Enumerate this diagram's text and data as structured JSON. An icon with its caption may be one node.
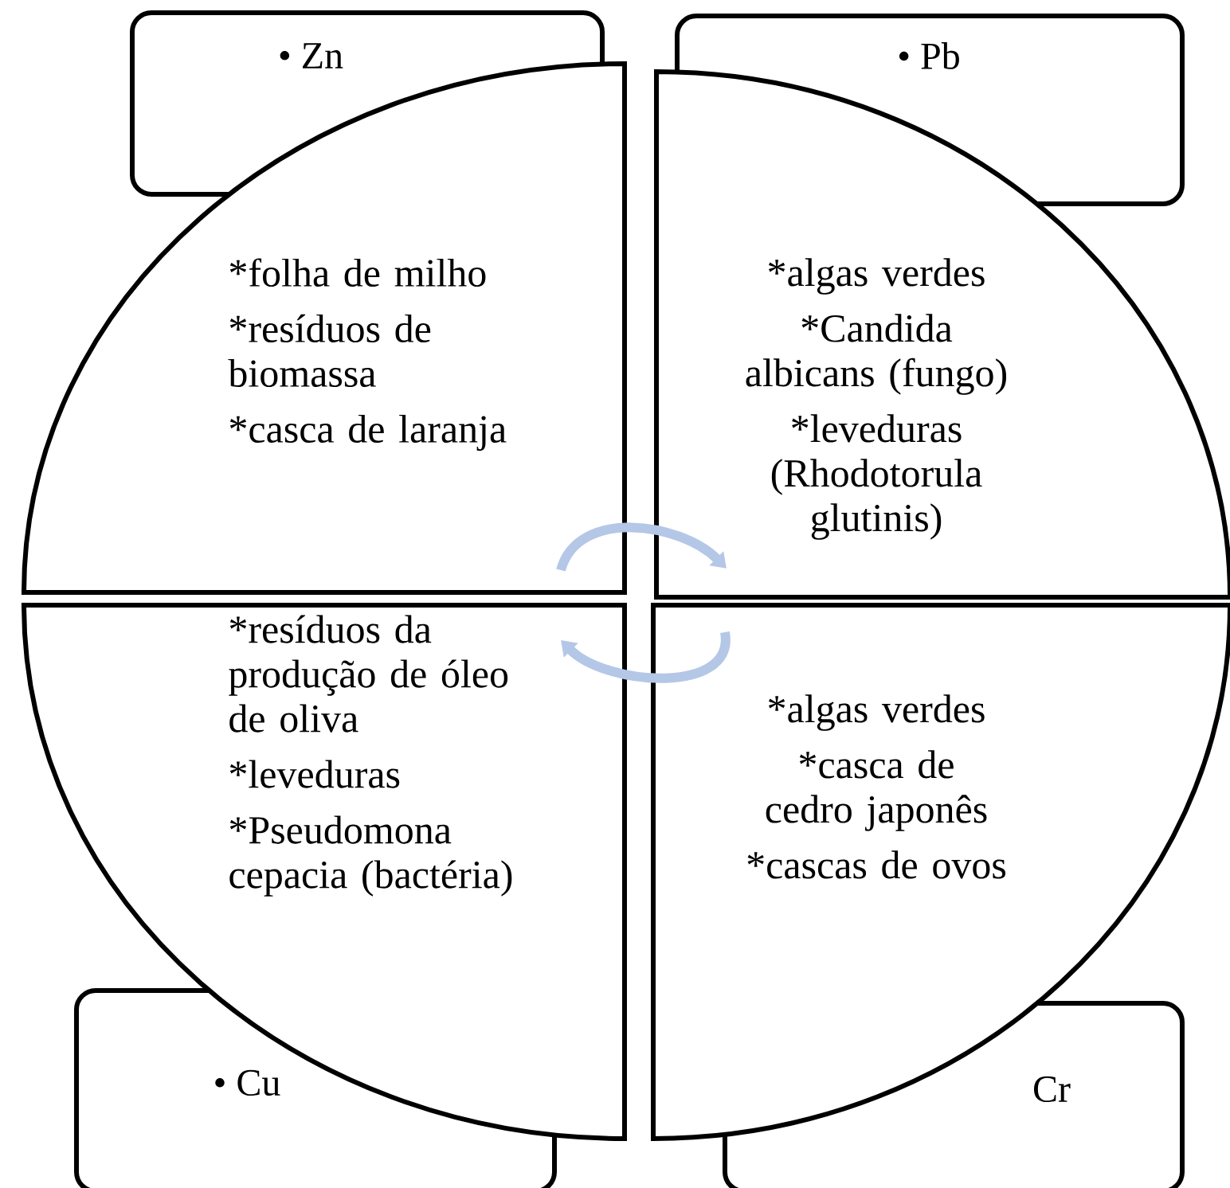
{
  "diagram": {
    "nodes": [
      {
        "text": [
          "• Zn"
        ]
      },
      {
        "text": [
          "• Pb"
        ]
      },
      {
        "text": [
          "*folha  de milho",
          "*resíduos de biomassa",
          "*casca de laranja"
        ]
      },
      {
        "text": [
          "*algas verdes",
          "*Candida albicans (fungo)",
          "*leveduras (Rhodotorula glutinis)"
        ]
      },
      {
        "text": [
          "*resíduos da produção de óleo de oliva",
          "*leveduras",
          "*Pseudomona cepacia (bactéria)"
        ]
      },
      {
        "text": [
          "*algas verdes",
          "*casca de cedro japonês",
          "*cascas de ovos"
        ]
      },
      {
        "text": [
          "• Cu"
        ]
      },
      {
        "text": [
          "Cr"
        ]
      }
    ],
    "edges": [
      {
        "from": 2,
        "to": 3,
        "arrow": "to"
      },
      {
        "from": 5,
        "to": 4,
        "arrow": "to"
      }
    ]
  }
}
